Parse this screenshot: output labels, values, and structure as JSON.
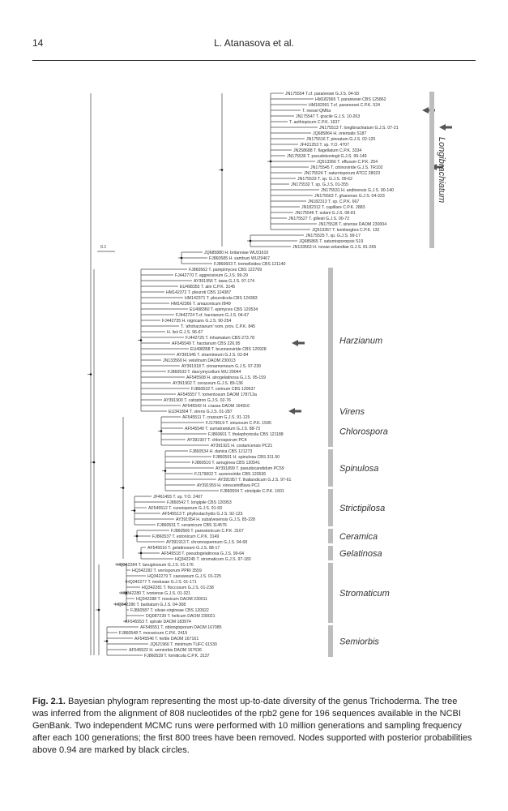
{
  "header": {
    "page_number": "14",
    "running_head": "L. Atanasova et al."
  },
  "figure": {
    "scale_label": "0.1",
    "clades": [
      "Longibrachiatum",
      "Harzianum",
      "Virens",
      "Chlorospora",
      "Spinulosa",
      "Strictipilosa",
      "Ceramica",
      "Gelatinosa",
      "Stromaticum",
      "Semiorbis"
    ],
    "leaves": [
      "JN175554 T.cf. parareesei G.J.S. 04-93",
      "HM182965 T. parareesei CBS 125862",
      "HM182991 T.cf. parareesei C.P.K. 524",
      "T. reesei QM6a",
      "JN175547 T. gracile G.J.S. 10-263",
      "T. aethiopicum C.P.K. 1637",
      "JN175513 T. longibrachiatum G.J.S. 07-21",
      "JQ685864 H. orientalis S187",
      "JN175516 T. pinnatum G.J.S. 02-120",
      "JF421253 T. sp. Y.O. 4707",
      "JN258688 T. flagellatum C.P.K. 3334",
      "JN175536 T. pseudokoningii G.J.S. 99-149",
      "JQ513366 T. effusum C.P.K. 254",
      "JN175545 T. citrinoviride G.J.S. TR102",
      "JN175524 T. saturnisporum ATCC 28023",
      "JN175533 T. sp. G.J.S. 09-62",
      "JN175532 T. sp. G.J.S. 01-355",
      "JN175531 H. andinensis G.J.S. 90-140",
      "JN175563 T. ghanense G.J.S. 04-323",
      "JN182313 T. sp. C.P.K. 667",
      "JN182312 T. capillare C.P.K. 2883",
      "JN175546 T. solani G.J.S. 08-81",
      "JN175527 T. gillesii G.J.S. 00-72",
      "JN175528 T. sinense DAOM 230004",
      "JQ513367 T. konilangbra C.P.K. 132",
      "JN175525 T. sp. G.J.S. 99-17",
      "JQ685865 T. saturnisporopsis S19",
      "JN133563 H. novae-zelandiae G.J.S. 81-265",
      "JQ685880 H. britanniae WU31610",
      "FJ860585 H. sambuci WU29467",
      "FJ860603 T. tremelloides CBS 121140",
      "FJ860562 T. parepimyces CBS 122769",
      "FJ442770 T. aggressivum G.J.S. 99-29",
      "AY391956 T. tawa G.J.S. 97-174",
      "EU498355 T. alni C.P.K. 3145",
      "HM142372 T. pleuroti CBS 124387",
      "HM142371 T. pleuroticola CBS 124383",
      "HM142366 T. amazonicum IB49",
      "EU498360 T. epimyces CBS 120534",
      "FJ442724 T.cf. harzianum G.J.S. 04-67",
      "FJ442735 H. nigricans G.J.S. 90-254",
      "T. 'afroharzianum' nom. prov. C.P.K. 845",
      "H. lixii G.J.S. 96-67",
      "FJ442725 T. inhamatum CBS 273.78",
      "AF545549 T. harzianum CBS 226.95",
      "EU498358 T. brunneoviride CBS 120928",
      "AY391945 T. stramineum G.J.S. 02-84",
      "JN133569 H. velutinum DAOM 230013",
      "AY391918 T. cinnamomeum G.J.S. 97-230",
      "FJ860533 T. dacrymycellum WU 29044",
      "AF545508 H. atrogelatinosa G.J.S. 95-159",
      "AY391902 T. ceraceum G.J.S. 89-136",
      "FJ860532 T. cerinum CBS 120637",
      "AF545557 T. tomentosum DAOM 178713a",
      "AY391900 T. catoptron G.J.S. 02-76",
      "AF545542 H. crassa DAOM 164916",
      "EU341804 T. virens G.J.S. 01-287",
      "AF545511 T. crassum G.J.S. 91-125",
      "FJ179619 T. sinuosum C.P.K. 1595",
      "AF545540 T. sumatrandum G.J.S. 88-73",
      "FJ860601 T. thelephoricola CBS 121188",
      "AY391907 T. chlorosporum PC4",
      "AY391921 H. costaricensis PC21",
      "FJ860534 H. danica CBS 121273",
      "FJ860591 H. spinulosa CBS 311.50",
      "FJ860516 T. aeruginea CBS 120541",
      "AY391899 T. pseudocandidum PC59",
      "FJ179602 T. auroreviride CBS 120536",
      "AY391957 T. thailandicum G.J.S. 97-61",
      "AY391959 H. viresceintiflava PC2",
      "FJ860594 T. strictipile C.P.K. 1601",
      "JF461455 T. sp. Y.O. 2407",
      "FJ860542 T. longipile CBS 120953",
      "AF545512 T. cuneisporum G.J.S. 91-93",
      "AF545513 T. phyllostachydis G.J.S. 92-123",
      "AY391954 H. subalvesensis G.J.S. 85-228",
      "FJ860531 T. ceramicum CBS 114576",
      "FJ860566 T. parestonicum C.P.K. 3167",
      "FJ860537 T. estonicum C.P.K. 3149",
      "AY391913 T. chromospermum G.J.S. 94-68",
      "AF545516 T. gelatinosum G.J.S. 88-17",
      "AF545518 T. pseudogelatinosa G.J.S. 99-64",
      "HQ342245 T. stromaticum G.J.S. 97-183",
      "HQ342284 T. lanuginosum G.J.S. 01-176",
      "HQ342282 T. verrisporum PPRI 3559",
      "HQ342279 T. caesareum G.J.S. 01-225",
      "HQ342277 T. medusae G.J.S. 01-171",
      "HQ342281 T. floccosum G.J.S. 01-238",
      "HQ342280 T. ivoriense G.J.S. 01-321",
      "HQ342288 T. rossicum DAOM 230011",
      "HQ342286 T. barbatum G.J.S. 04-308",
      "FJ860587 T. silvae-virgineae CBS 120922",
      "DQ087239 T. helicum DAOM 230021",
      "AF545553 T. spirale DAOM 183974",
      "AF545551 T. oblongisporum DAOM 167085",
      "FJ860548 T. moravicum C.P.K. 2419",
      "AF545546 T. fertile DAOM 167161",
      "JQ621966 T. minimum TUFC 61530",
      "AF545522 H. semiorbis DAOM 167636",
      "FJ860539 T. fomiticola C.P.K. 3137"
    ]
  },
  "caption": {
    "label": "Fig. 2.1.",
    "text": "Bayesian phylogram representing the most up-to-date diversity of the genus Trichoderma. The tree was inferred from the alignment of 808 nucleotides of the rpb2 gene for 196 sequences available in the NCBI GenBank. Two independent MCMC runs were performed with 10 million generations and sampling frequency after each 100 generations; the first 800 trees have been removed. Nodes supported with posterior probabilities above 0.94 are marked by black circles."
  }
}
